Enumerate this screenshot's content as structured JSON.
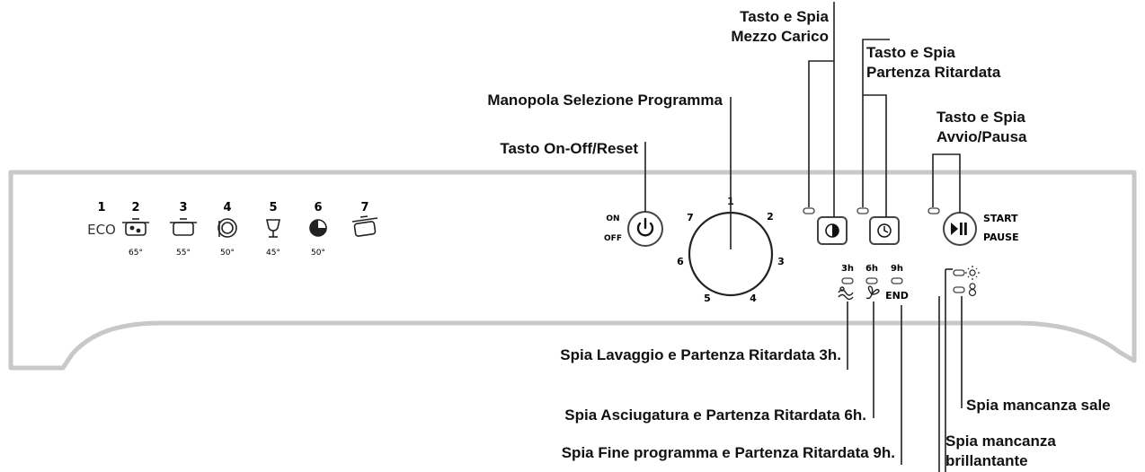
{
  "callouts": {
    "half_load": [
      "Tasto e Spia",
      "Mezzo Carico"
    ],
    "delayed_start": [
      "Tasto e Spia",
      "Partenza Ritardata"
    ],
    "start_pause": [
      "Tasto e Spia",
      "Avvio/Pausa"
    ],
    "program_knob": "Manopola Selezione Programma",
    "on_off": "Tasto On-Off/Reset",
    "wash_light": "Spia Lavaggio e Partenza Ritardata  3h.",
    "dry_light": "Spia Asciugatura e Partenza Ritardata  6h.",
    "end_light": "Spia Fine programma e Partenza Ritardata  9h.",
    "salt_light": "Spia mancanza sale",
    "rinse_light": [
      "Spia mancanza",
      "brillantante"
    ]
  },
  "programs": [
    {
      "num": "1",
      "label": "ECO",
      "temp": ""
    },
    {
      "num": "2",
      "icon": "heavily-soiled-pot-icon",
      "temp": "65°"
    },
    {
      "num": "3",
      "icon": "pot-icon",
      "temp": "55°"
    },
    {
      "num": "4",
      "icon": "dishes-icon",
      "temp": "50°"
    },
    {
      "num": "5",
      "icon": "wine-glass-icon",
      "temp": "45°"
    },
    {
      "num": "6",
      "icon": "half-circle-icon",
      "temp": "50°"
    },
    {
      "num": "7",
      "icon": "soak-pot-icon",
      "temp": ""
    }
  ],
  "on_off": {
    "on": "ON",
    "off": "OFF"
  },
  "knob_numbers": [
    "1",
    "2",
    "3",
    "4",
    "5",
    "6",
    "7"
  ],
  "delay_labels": [
    "3h",
    "6h",
    "9h"
  ],
  "end_label": "END",
  "start_pause": {
    "start": "START",
    "pause": "PAUSE"
  },
  "colors": {
    "panel_outline": "#c8c8c8",
    "ink": "#111111",
    "leader": "#222222"
  }
}
